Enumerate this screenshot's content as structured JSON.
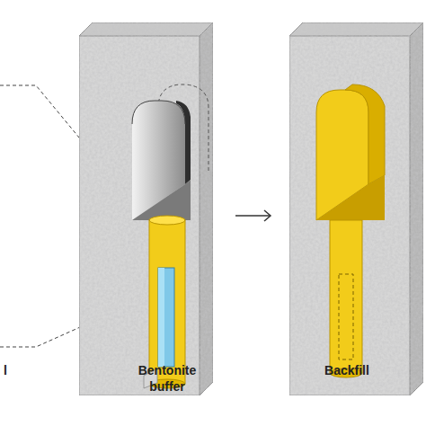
{
  "diagram": {
    "labels": [
      "l",
      "Bentonite buffer",
      "Backfill"
    ]
  }
}
